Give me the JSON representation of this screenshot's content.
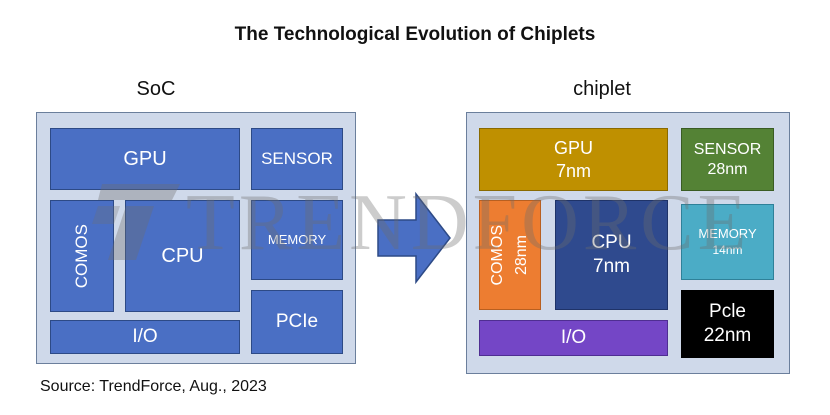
{
  "title": "The Technological Evolution of Chiplets",
  "soc": {
    "heading": "SoC",
    "gpu": "GPU",
    "sensor": "SENSOR",
    "comos": "COMOS",
    "cpu": "CPU",
    "memory": "MEMORY",
    "io": "I/O",
    "pcie": "PCIe"
  },
  "chiplet": {
    "heading": "chiplet",
    "gpu": {
      "name": "GPU",
      "node": "7nm"
    },
    "sensor": {
      "name": "SENSOR",
      "node": "28nm"
    },
    "comos": {
      "name": "COMOS",
      "node": "28nm"
    },
    "cpu": {
      "name": "CPU",
      "node": "7nm"
    },
    "memory": {
      "name": "MEMORY",
      "node": "14nm"
    },
    "io": {
      "name": "I/O"
    },
    "pcie": {
      "name": "Pcle",
      "node": "22nm"
    }
  },
  "watermark": "TRENDFORCE",
  "source": "Source: TrendForce, Aug., 2023",
  "colors": {
    "soc_block": "#4a6fc4",
    "panel": "#cfd9ea",
    "arrow": "#4a6fc4",
    "gpu_chiplet": "#bf9000",
    "sensor_chiplet": "#548235",
    "comos_chiplet": "#ed7d31",
    "cpu_chiplet": "#2f4a8e",
    "memory_chiplet": "#4bacc6",
    "io_chiplet": "#7446c6",
    "pcie_chiplet": "#000000"
  }
}
